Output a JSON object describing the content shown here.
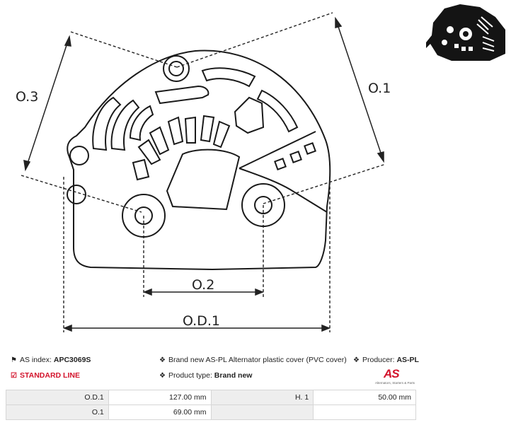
{
  "drawing": {
    "labels": {
      "o3": "O.3",
      "o1": "O.1",
      "o2": "O.2",
      "od1": "O.D.1"
    }
  },
  "thumbnail": {
    "icon": "alternator-cover-photo"
  },
  "info": {
    "as_index_label": "AS index:",
    "as_index_value": "APC3069S",
    "standard_line": "STANDARD LINE",
    "description": "Brand new AS-PL Alternator plastic cover (PVC cover)",
    "product_type_label": "Product type:",
    "product_type_value": "Brand new",
    "producer_label": "Producer:",
    "producer_value": "AS-PL"
  },
  "logo": {
    "mark": "AS",
    "tagline": "Alternators, Starters & Parts",
    "brand_color": "#d3122b"
  },
  "specs": {
    "rows": [
      {
        "k1": "O.D.1",
        "v1": "127.00 mm",
        "k2": "H. 1",
        "v2": "50.00 mm"
      },
      {
        "k1": "O.1",
        "v1": "69.00 mm",
        "k2": "",
        "v2": ""
      }
    ]
  }
}
